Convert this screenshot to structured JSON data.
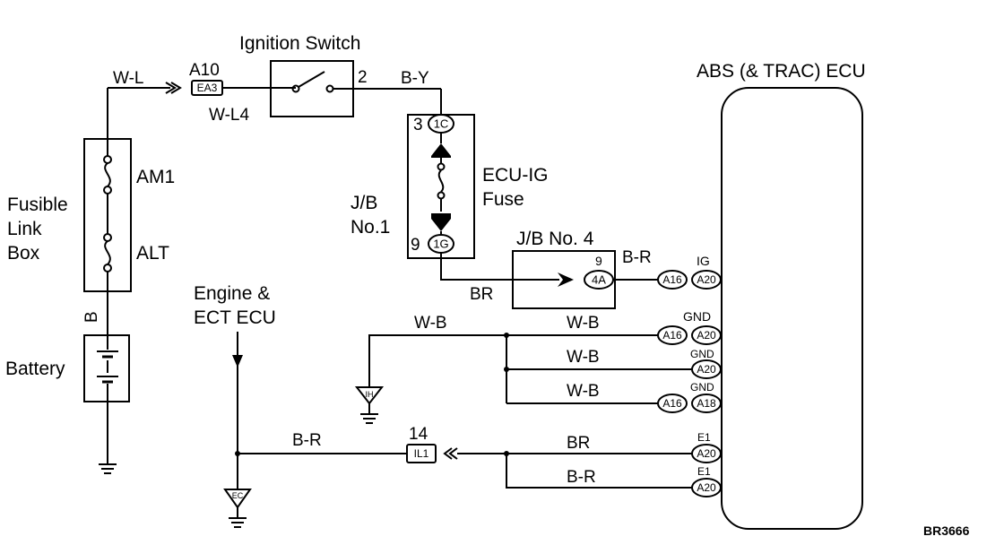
{
  "components": {
    "ignition_switch": "Ignition Switch",
    "ecu": "ABS (& TRAC) ECU",
    "fusible_link_box": [
      "Fusible",
      "Link",
      "Box"
    ],
    "am1": "AM1",
    "alt": "ALT",
    "battery": "Battery",
    "ecu_ig_fuse": [
      "ECU-IG",
      "Fuse"
    ],
    "jb_no1": [
      "J/B",
      "No.1"
    ],
    "jb_no4": "J/B No. 4",
    "engine_ecu": [
      "Engine &",
      "ECT ECU"
    ],
    "code": "BR3666"
  },
  "connectors": {
    "a10": "A10",
    "ea3": "EA3",
    "ign_pin": "2",
    "pin_3": "3",
    "c1c": "1C",
    "pin_9_jb1": "9",
    "c1g": "1G",
    "pin_9_jb4": "9",
    "c4a": "4A",
    "il1_pin": "14",
    "il1": "IL1",
    "a16": "A16",
    "a20": "A20",
    "a18": "A18",
    "ih": "IH",
    "ec": "EC"
  },
  "wires": {
    "wl": "W-L",
    "wl4": "W-L4",
    "by": "B-Y",
    "br_to_ecu": "B-R",
    "br_jb": "BR",
    "b_battery": "B",
    "wb_ground": "W-B",
    "wb1": "W-B",
    "wb2": "W-B",
    "wb3": "W-B",
    "br_engine": "B-R",
    "br_e1": "BR",
    "br_e1b": "B-R"
  },
  "terminals": {
    "ig": "IG",
    "gnd1": "GND",
    "gnd2": "GND",
    "gnd3": "GND",
    "e1a": "E1",
    "e1b": "E1"
  }
}
